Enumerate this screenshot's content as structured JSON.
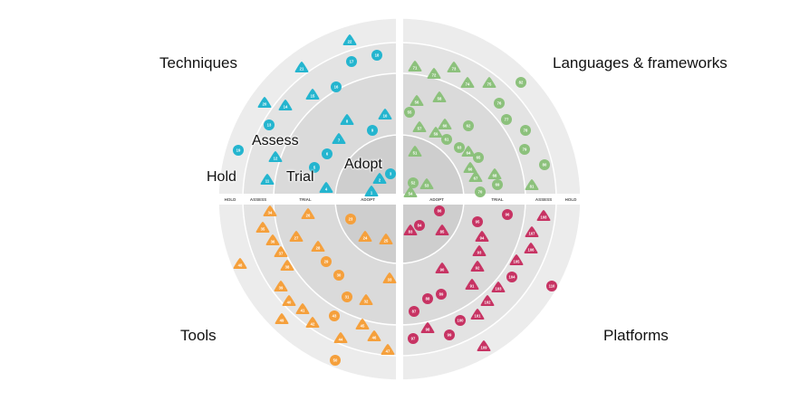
{
  "quadrant_labels": {
    "techniques": "Techniques",
    "languages": "Languages & frameworks",
    "tools": "Tools",
    "platforms": "Platforms"
  },
  "ring_labels": {
    "hold": "Hold",
    "assess": "Assess",
    "trial": "Trial",
    "adopt": "Adopt"
  },
  "axis_labels": {
    "left": [
      "HOLD",
      "ASSESS",
      "TRIAL",
      "ADOPT"
    ],
    "right": [
      "ADOPT",
      "TRIAL",
      "ASSESS",
      "HOLD"
    ]
  },
  "colors": {
    "techniques": "#24b5cf",
    "languages": "#8cc17c",
    "tools": "#f5a03c",
    "platforms": "#c73363",
    "ring_hold": "#ececec",
    "ring_assess": "#e3e3e3",
    "ring_trial": "#dadada",
    "ring_adopt": "#cecece"
  },
  "quadrants": [
    {
      "name": "techniques",
      "blips": [
        {
          "label": "1",
          "shape": "triangle"
        },
        {
          "label": "2",
          "shape": "triangle"
        },
        {
          "label": "3",
          "shape": "circle"
        },
        {
          "label": "4",
          "shape": "triangle"
        },
        {
          "label": "5",
          "shape": "circle"
        },
        {
          "label": "6",
          "shape": "circle"
        },
        {
          "label": "7",
          "shape": "triangle"
        },
        {
          "label": "8",
          "shape": "triangle"
        },
        {
          "label": "9",
          "shape": "circle"
        },
        {
          "label": "10",
          "shape": "triangle"
        },
        {
          "label": "11",
          "shape": "triangle"
        },
        {
          "label": "12",
          "shape": "triangle"
        },
        {
          "label": "13",
          "shape": "circle"
        },
        {
          "label": "14",
          "shape": "triangle"
        },
        {
          "label": "15",
          "shape": "triangle"
        },
        {
          "label": "16",
          "shape": "circle"
        },
        {
          "label": "17",
          "shape": "circle"
        },
        {
          "label": "18",
          "shape": "circle"
        },
        {
          "label": "19",
          "shape": "circle"
        },
        {
          "label": "20",
          "shape": "triangle"
        },
        {
          "label": "21",
          "shape": "triangle"
        },
        {
          "label": "22",
          "shape": "triangle"
        }
      ]
    },
    {
      "name": "tools",
      "blips": [
        {
          "label": "23",
          "shape": "circle"
        },
        {
          "label": "24",
          "shape": "triangle"
        },
        {
          "label": "25",
          "shape": "triangle"
        },
        {
          "label": "26",
          "shape": "triangle"
        },
        {
          "label": "27",
          "shape": "triangle"
        },
        {
          "label": "28",
          "shape": "triangle"
        },
        {
          "label": "29",
          "shape": "circle"
        },
        {
          "label": "30",
          "shape": "circle"
        },
        {
          "label": "31",
          "shape": "circle"
        },
        {
          "label": "32",
          "shape": "triangle"
        },
        {
          "label": "33",
          "shape": "triangle"
        },
        {
          "label": "34",
          "shape": "triangle"
        },
        {
          "label": "35",
          "shape": "triangle"
        },
        {
          "label": "36",
          "shape": "triangle"
        },
        {
          "label": "37",
          "shape": "triangle"
        },
        {
          "label": "38",
          "shape": "triangle"
        },
        {
          "label": "39",
          "shape": "triangle"
        },
        {
          "label": "40",
          "shape": "triangle"
        },
        {
          "label": "41",
          "shape": "triangle"
        },
        {
          "label": "42",
          "shape": "triangle"
        },
        {
          "label": "43",
          "shape": "circle"
        },
        {
          "label": "44",
          "shape": "triangle"
        },
        {
          "label": "45",
          "shape": "triangle"
        },
        {
          "label": "46",
          "shape": "triangle"
        },
        {
          "label": "47",
          "shape": "triangle"
        },
        {
          "label": "48",
          "shape": "triangle"
        },
        {
          "label": "49",
          "shape": "triangle"
        },
        {
          "label": "50",
          "shape": "circle"
        }
      ]
    },
    {
      "name": "languages",
      "blips": [
        {
          "label": "51",
          "shape": "triangle"
        },
        {
          "label": "52",
          "shape": "circle"
        },
        {
          "label": "53",
          "shape": "triangle"
        },
        {
          "label": "54",
          "shape": "triangle"
        },
        {
          "label": "55",
          "shape": "circle"
        },
        {
          "label": "56",
          "shape": "triangle"
        },
        {
          "label": "57",
          "shape": "triangle"
        },
        {
          "label": "58",
          "shape": "triangle"
        },
        {
          "label": "59",
          "shape": "triangle"
        },
        {
          "label": "60",
          "shape": "triangle"
        },
        {
          "label": "61",
          "shape": "circle"
        },
        {
          "label": "62",
          "shape": "circle"
        },
        {
          "label": "63",
          "shape": "circle"
        },
        {
          "label": "64",
          "shape": "triangle"
        },
        {
          "label": "65",
          "shape": "circle"
        },
        {
          "label": "66",
          "shape": "triangle"
        },
        {
          "label": "67",
          "shape": "triangle"
        },
        {
          "label": "68",
          "shape": "triangle"
        },
        {
          "label": "69",
          "shape": "circle"
        },
        {
          "label": "70",
          "shape": "circle"
        },
        {
          "label": "71",
          "shape": "triangle"
        },
        {
          "label": "72",
          "shape": "triangle"
        },
        {
          "label": "73",
          "shape": "triangle"
        },
        {
          "label": "74",
          "shape": "triangle"
        },
        {
          "label": "75",
          "shape": "triangle"
        },
        {
          "label": "76",
          "shape": "circle"
        },
        {
          "label": "77",
          "shape": "circle"
        },
        {
          "label": "78",
          "shape": "circle"
        },
        {
          "label": "79",
          "shape": "circle"
        },
        {
          "label": "80",
          "shape": "circle"
        },
        {
          "label": "81",
          "shape": "triangle"
        },
        {
          "label": "82",
          "shape": "circle"
        }
      ]
    },
    {
      "name": "platforms",
      "blips": [
        {
          "label": "83",
          "shape": "triangle"
        },
        {
          "label": "84",
          "shape": "circle"
        },
        {
          "label": "85",
          "shape": "triangle"
        },
        {
          "label": "86",
          "shape": "circle"
        },
        {
          "label": "87",
          "shape": "circle"
        },
        {
          "label": "88",
          "shape": "circle"
        },
        {
          "label": "89",
          "shape": "circle"
        },
        {
          "label": "90",
          "shape": "triangle"
        },
        {
          "label": "91",
          "shape": "triangle"
        },
        {
          "label": "92",
          "shape": "triangle"
        },
        {
          "label": "93",
          "shape": "triangle"
        },
        {
          "label": "94",
          "shape": "triangle"
        },
        {
          "label": "95",
          "shape": "circle"
        },
        {
          "label": "96",
          "shape": "circle"
        },
        {
          "label": "97",
          "shape": "circle"
        },
        {
          "label": "98",
          "shape": "triangle"
        },
        {
          "label": "99",
          "shape": "circle"
        },
        {
          "label": "100",
          "shape": "circle"
        },
        {
          "label": "101",
          "shape": "triangle"
        },
        {
          "label": "102",
          "shape": "triangle"
        },
        {
          "label": "103",
          "shape": "triangle"
        },
        {
          "label": "104",
          "shape": "circle"
        },
        {
          "label": "105",
          "shape": "triangle"
        },
        {
          "label": "106",
          "shape": "triangle"
        },
        {
          "label": "107",
          "shape": "triangle"
        },
        {
          "label": "108",
          "shape": "triangle"
        },
        {
          "label": "109",
          "shape": "triangle"
        },
        {
          "label": "110",
          "shape": "circle"
        }
      ]
    }
  ]
}
